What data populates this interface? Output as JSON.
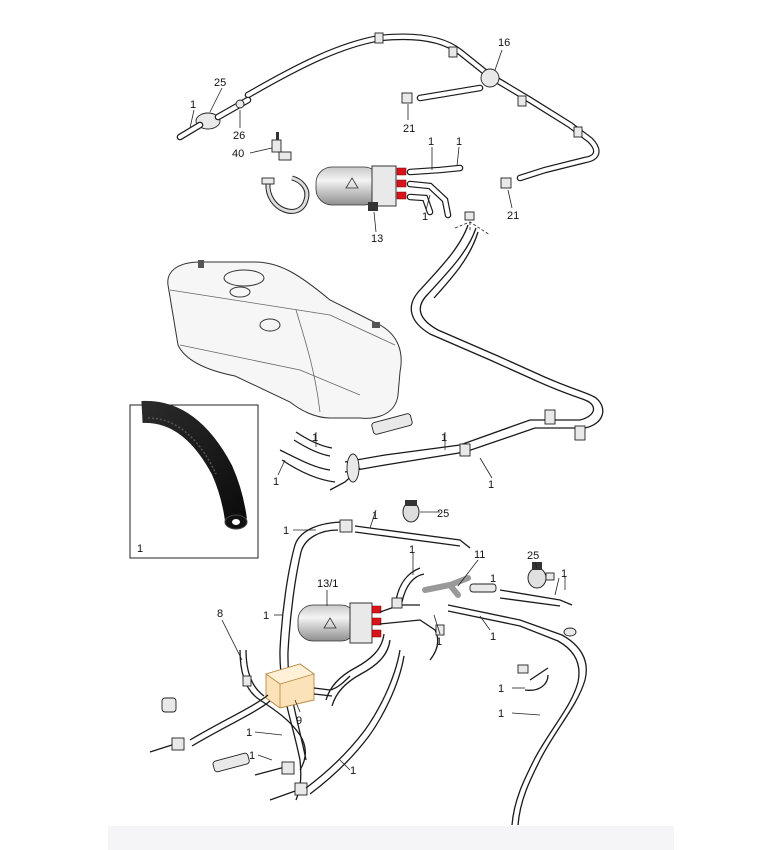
{
  "callouts": {
    "c16": "16",
    "c25a": "25",
    "c1a": "1",
    "c26": "26",
    "c40": "40",
    "c21a": "21",
    "c21b": "21",
    "c1b": "1",
    "c1c": "1",
    "c1d": "1",
    "c13": "13",
    "c1e": "1",
    "c1f": "1",
    "c1g": "1",
    "c1h": "1",
    "c25b": "25",
    "c1i": "1",
    "c1j": "1",
    "c11": "11",
    "c25c": "25",
    "c1k": "1",
    "c131": "13/1",
    "c1l": "1",
    "c8": "8",
    "c1m": "1",
    "c1n": "1",
    "c1o": "1",
    "c9": "9",
    "c1p": "1",
    "c1q": "1",
    "c1r": "1",
    "c1s": "1",
    "c1t": "1",
    "c1u": "1"
  },
  "inset": {
    "label": "1"
  },
  "colors": {
    "connector_red": "#d8141a",
    "filter_amber": "#fbe2b8",
    "hose_black": "#1a1a1a"
  }
}
